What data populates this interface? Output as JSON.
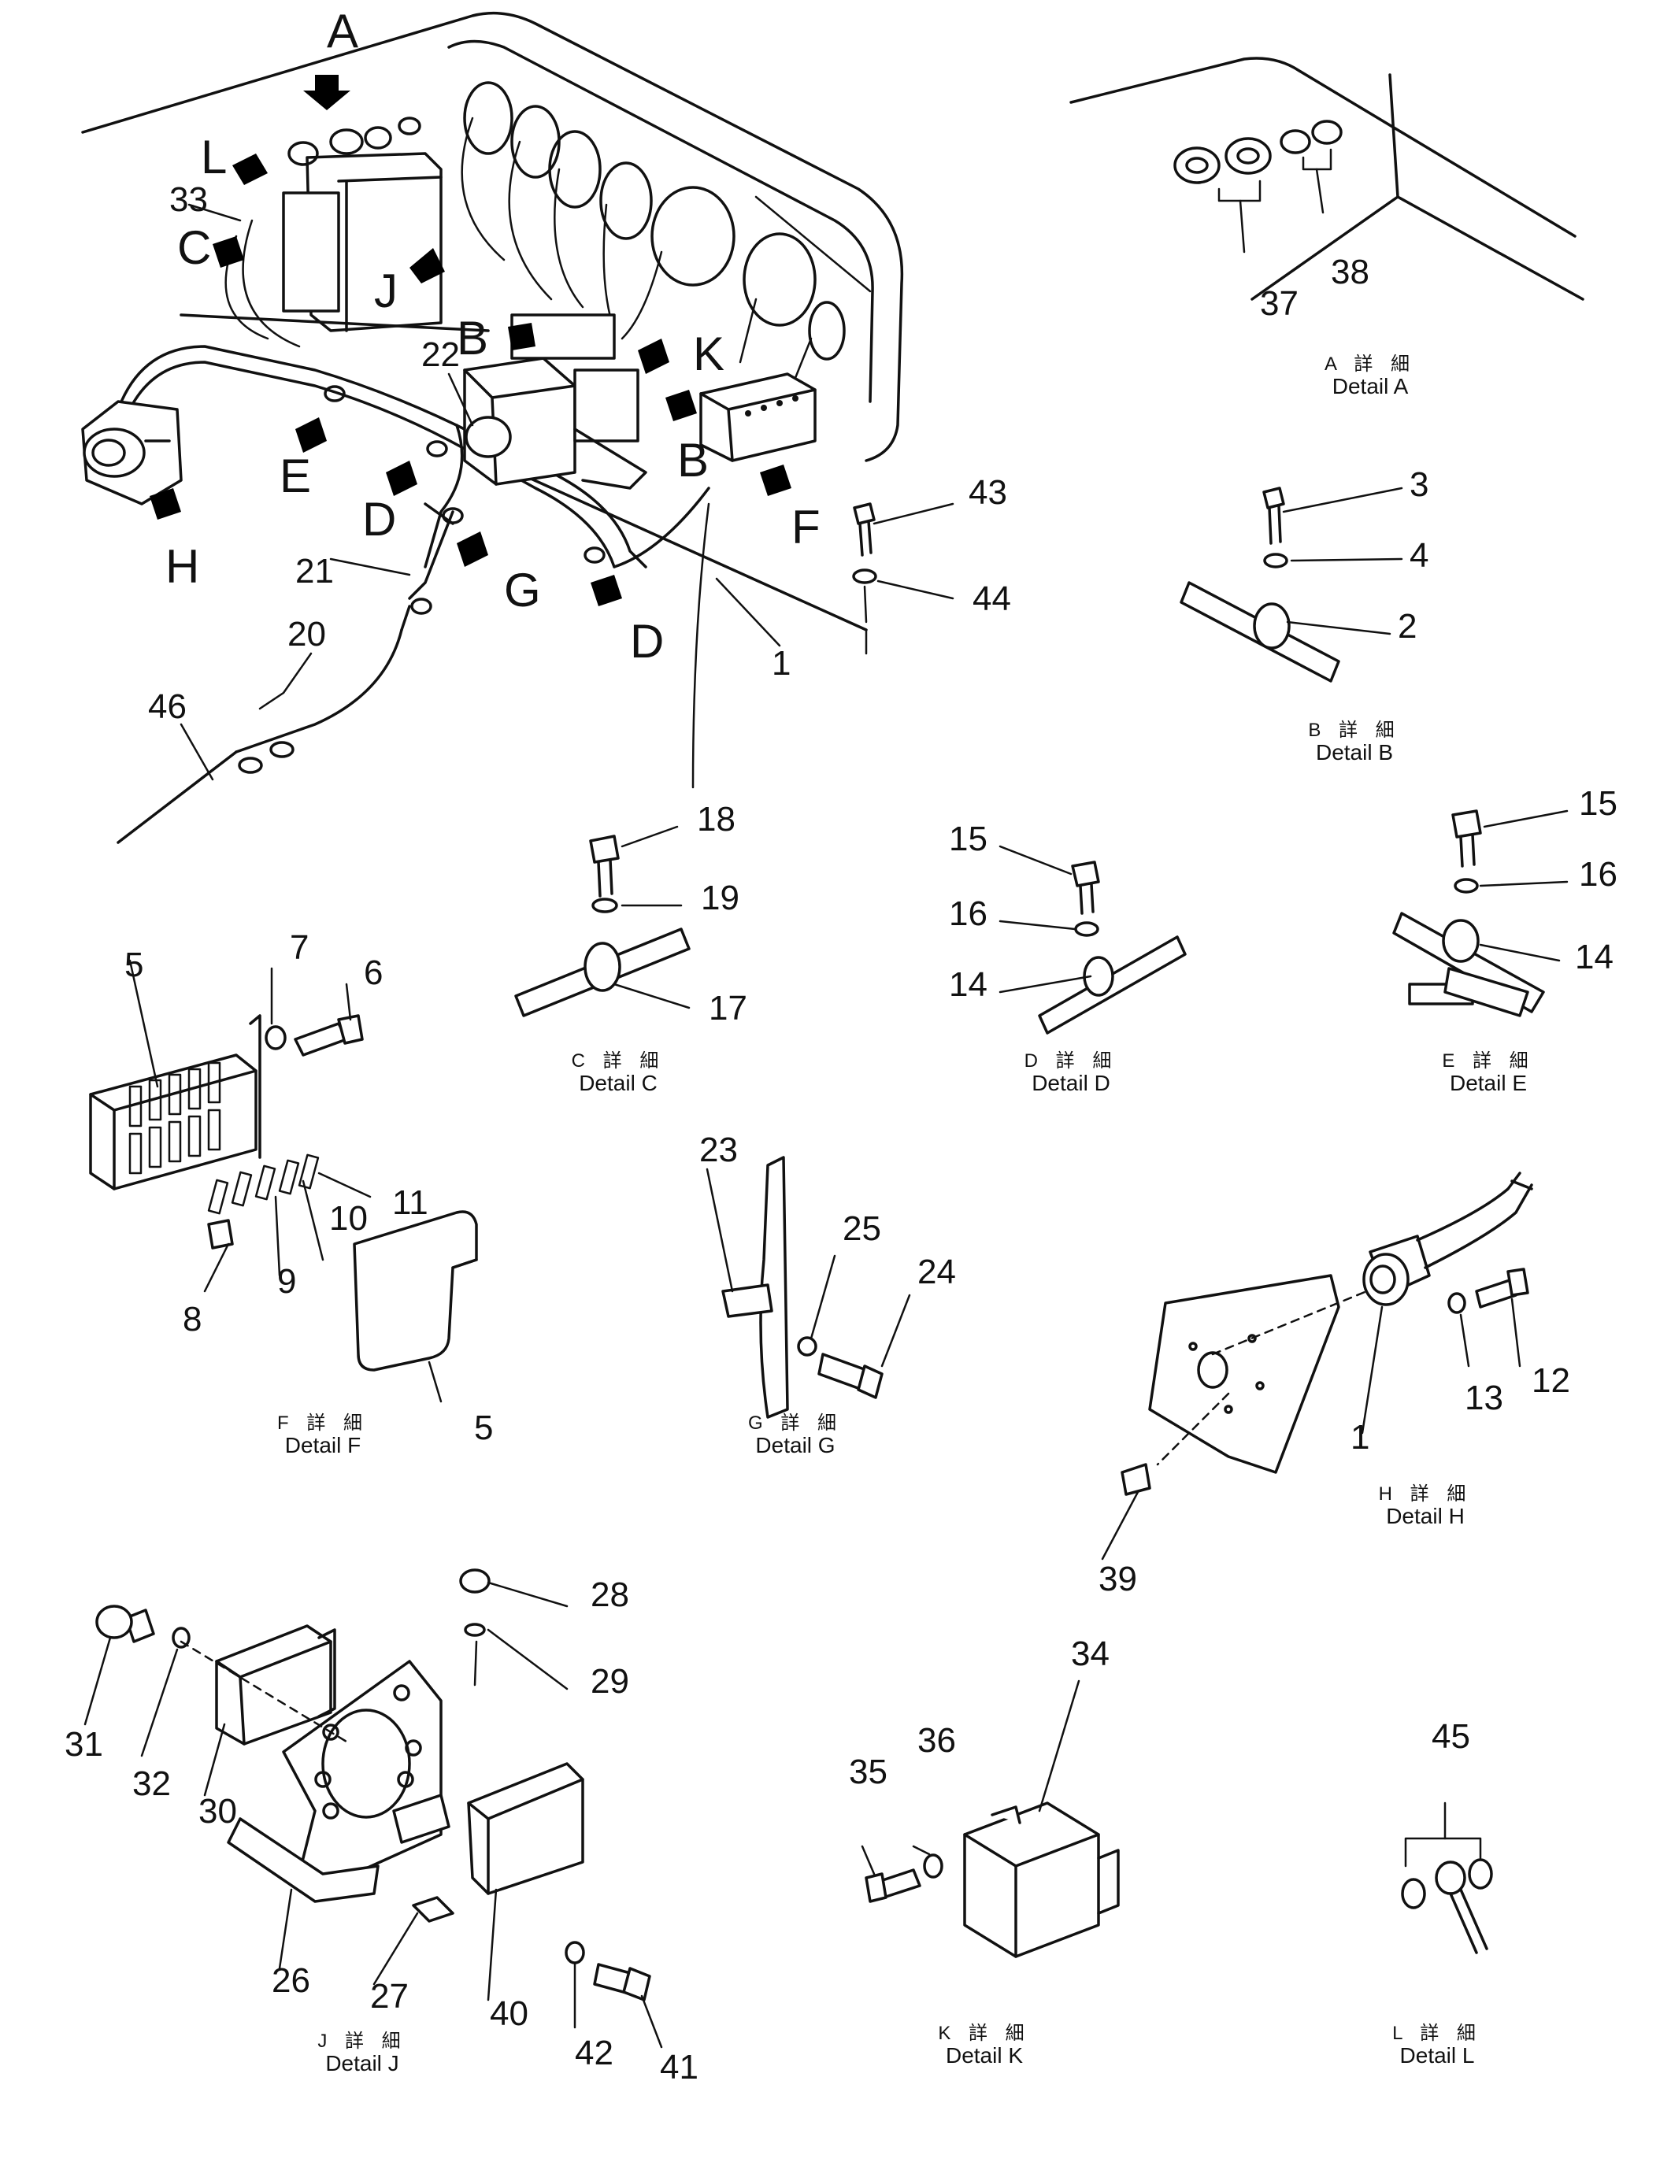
{
  "detail_letters": [
    "A",
    "L",
    "C",
    "J",
    "B",
    "K",
    "E",
    "B",
    "F",
    "H",
    "D",
    "G",
    "D"
  ],
  "part_numbers": [
    "33",
    "22",
    "21",
    "20",
    "46",
    "1",
    "43",
    "44",
    "37",
    "38",
    "3",
    "4",
    "2",
    "18",
    "19",
    "17",
    "15",
    "16",
    "14",
    "15",
    "16",
    "14",
    "5",
    "7",
    "6",
    "11",
    "10",
    "9",
    "8",
    "5",
    "23",
    "25",
    "24",
    "12",
    "13",
    "1",
    "39",
    "28",
    "29",
    "31",
    "32",
    "30",
    "26",
    "27",
    "40",
    "42",
    "41",
    "34",
    "36",
    "35",
    "45"
  ],
  "captions": [
    {
      "jp": "A 詳 細",
      "en": "Detail A"
    },
    {
      "jp": "B 詳 細",
      "en": "Detail B"
    },
    {
      "jp": "C 詳 細",
      "en": "Detail C"
    },
    {
      "jp": "D 詳 細",
      "en": "Detail D"
    },
    {
      "jp": "E 詳 細",
      "en": "Detail E"
    },
    {
      "jp": "F 詳 細",
      "en": "Detail F"
    },
    {
      "jp": "G 詳 細",
      "en": "Detail G"
    },
    {
      "jp": "H 詳 細",
      "en": "Detail H"
    },
    {
      "jp": "J 詳 細",
      "en": "Detail J"
    },
    {
      "jp": "K 詳 細",
      "en": "Detail K"
    },
    {
      "jp": "L 詳 細",
      "en": "Detail L"
    }
  ]
}
